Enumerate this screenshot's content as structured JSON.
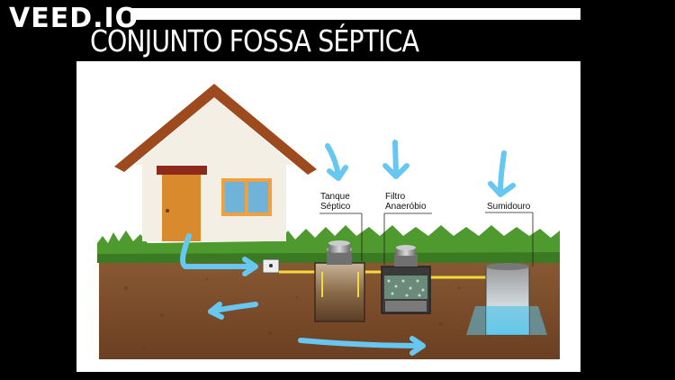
{
  "header": {
    "watermark": "VEED.IO",
    "title": "CONJUNTO FOSSA SÉPTICA"
  },
  "diagram": {
    "labels": {
      "septic_tank": [
        "Tanque",
        "Séptico"
      ],
      "anaerobic_filter": [
        "Filtro",
        "Anaeróbio"
      ],
      "sink": "Sumidouro"
    }
  },
  "colors": {
    "soil": "#7a4a2a",
    "grass": "#4f9a2e",
    "roof": "#9c4a1e",
    "wall": "#f3efe4",
    "door": "#d98a2c",
    "window": "#6fb4d8",
    "pipe": "#f0dc3a",
    "water": "#5fc4e8",
    "arrow": "#66c8f0"
  }
}
